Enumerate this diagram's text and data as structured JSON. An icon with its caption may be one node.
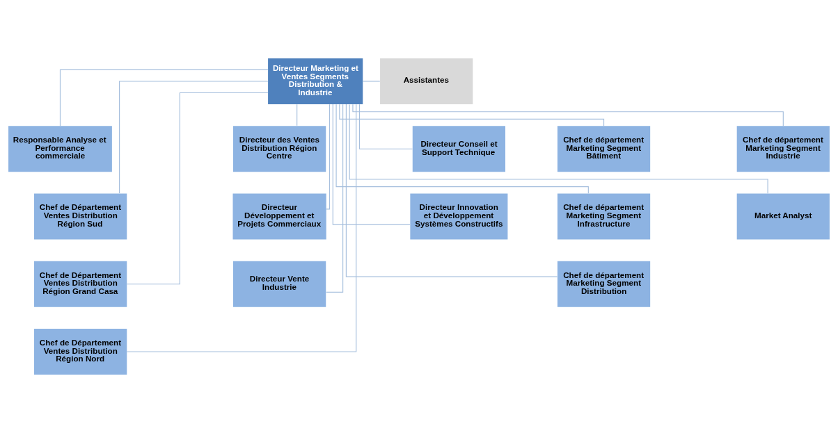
{
  "diagram": {
    "nodes": [
      {
        "text": [
          "Directeur Marketing et Ventes Segments Distribution & Industrie"
        ]
      },
      {
        "text": [
          "Assistantes"
        ]
      },
      {
        "text": [
          "Responsable Analyse et Performance commerciale"
        ]
      },
      {
        "text": [
          "Chef de Département Ventes Distribution Région Sud"
        ]
      },
      {
        "text": [
          "Chef de Département Ventes Distribution Région Grand Casa"
        ]
      },
      {
        "text": [
          "Chef de Département Ventes Distribution Région Nord"
        ]
      },
      {
        "text": [
          "Directeur des Ventes Distribution Région Centre"
        ]
      },
      {
        "text": [
          "Directeur Développement et Projets Commerciaux"
        ]
      },
      {
        "text": [
          "Directeur Vente Industrie"
        ]
      },
      {
        "text": [
          "Directeur Conseil et Support Technique"
        ]
      },
      {
        "text": [
          "Directeur Innovation et Développement Systèmes Constructifs"
        ]
      },
      {
        "text": [
          "Chef de département Marketing Segment Bâtiment"
        ]
      },
      {
        "text": [
          "Chef de département Marketing Segment Infrastructure"
        ]
      },
      {
        "text": [
          "Chef de département Marketing Segment Distribution"
        ]
      },
      {
        "text": [
          "Chef de département Marketing Segment Industrie"
        ]
      },
      {
        "text": [
          "Market Analyst"
        ]
      }
    ],
    "edges": [
      {
        "from": 0,
        "to": 1,
        "arrow": "none"
      },
      {
        "from": 0,
        "to": 2,
        "arrow": "none"
      },
      {
        "from": 0,
        "to": 3,
        "arrow": "none"
      },
      {
        "from": 0,
        "to": 4,
        "arrow": "none"
      },
      {
        "from": 0,
        "to": 5,
        "arrow": "none"
      },
      {
        "from": 0,
        "to": 6,
        "arrow": "none"
      },
      {
        "from": 0,
        "to": 7,
        "arrow": "none"
      },
      {
        "from": 0,
        "to": 8,
        "arrow": "none"
      },
      {
        "from": 0,
        "to": 9,
        "arrow": "none"
      },
      {
        "from": 0,
        "to": 10,
        "arrow": "none"
      },
      {
        "from": 0,
        "to": 11,
        "arrow": "none"
      },
      {
        "from": 0,
        "to": 12,
        "arrow": "none"
      },
      {
        "from": 0,
        "to": 13,
        "arrow": "none"
      },
      {
        "from": 0,
        "to": 14,
        "arrow": "none"
      },
      {
        "from": 0,
        "to": 15,
        "arrow": "none"
      }
    ]
  }
}
